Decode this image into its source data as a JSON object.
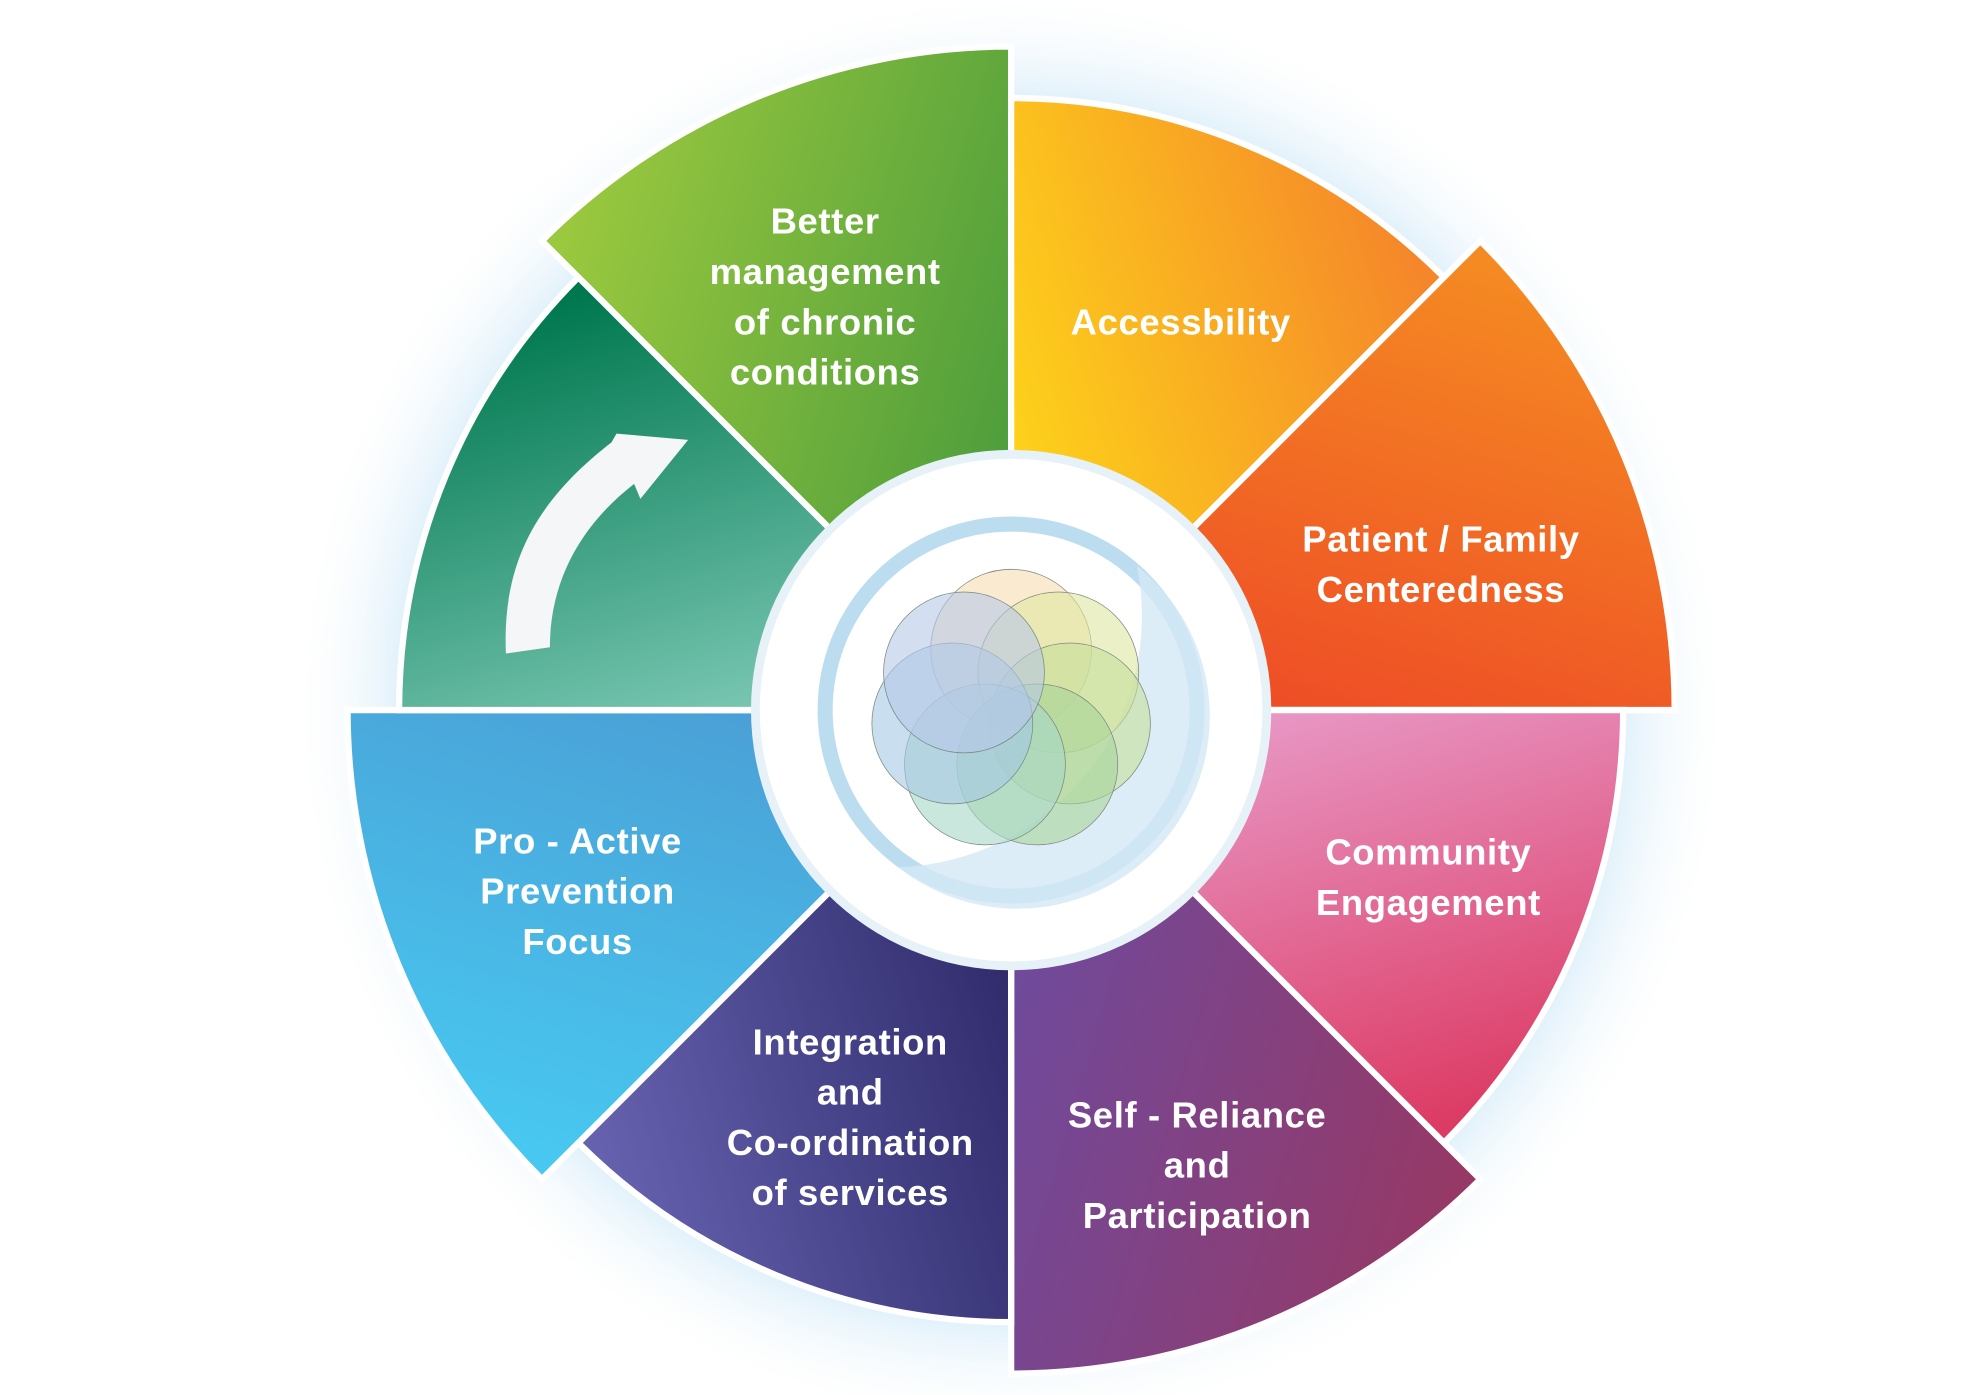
{
  "segments": [
    {
      "id": "chronic",
      "lines": [
        "Better",
        "management",
        "of chronic",
        "conditions"
      ],
      "colors": [
        "#9ac83e",
        "#4f9e3c"
      ],
      "long": true
    },
    {
      "id": "access",
      "lines": [
        "Accessbility"
      ],
      "colors": [
        "#fdd31a",
        "#f5862a"
      ],
      "long": false
    },
    {
      "id": "patient",
      "lines": [
        "Patient / Family",
        "Centeredness"
      ],
      "colors": [
        "#ee4d26",
        "#f58a22"
      ],
      "long": true
    },
    {
      "id": "community",
      "lines": [
        "Community",
        "Engagement"
      ],
      "colors": [
        "#dc3b64",
        "#e898c6"
      ],
      "long": false
    },
    {
      "id": "selfreliance",
      "lines": [
        "Self - Reliance",
        "and",
        "Participation"
      ],
      "colors": [
        "#963966",
        "#6f4a9c"
      ],
      "long": true
    },
    {
      "id": "integration",
      "lines": [
        "Integration",
        "and",
        "Co-ordination",
        "of services"
      ],
      "colors": [
        "#2f2b6b",
        "#6561ae"
      ],
      "long": false
    },
    {
      "id": "prevention",
      "lines": [
        "Pro - Active",
        "Prevention",
        "Focus"
      ],
      "colors": [
        "#4aa0d6",
        "#48c8f0"
      ],
      "long": true
    },
    {
      "id": "outcomes",
      "lines": [],
      "colors": [
        "#00784f",
        "#7ac7b3"
      ],
      "long": false
    }
  ],
  "center": {
    "ring_color": "#bcdcef",
    "petal_colors": [
      "#f6dcb0",
      "#dfe6a0",
      "#c4df9a",
      "#a9d39a",
      "#a6d7c8",
      "#a5c8e4",
      "#b8c8e8"
    ]
  }
}
